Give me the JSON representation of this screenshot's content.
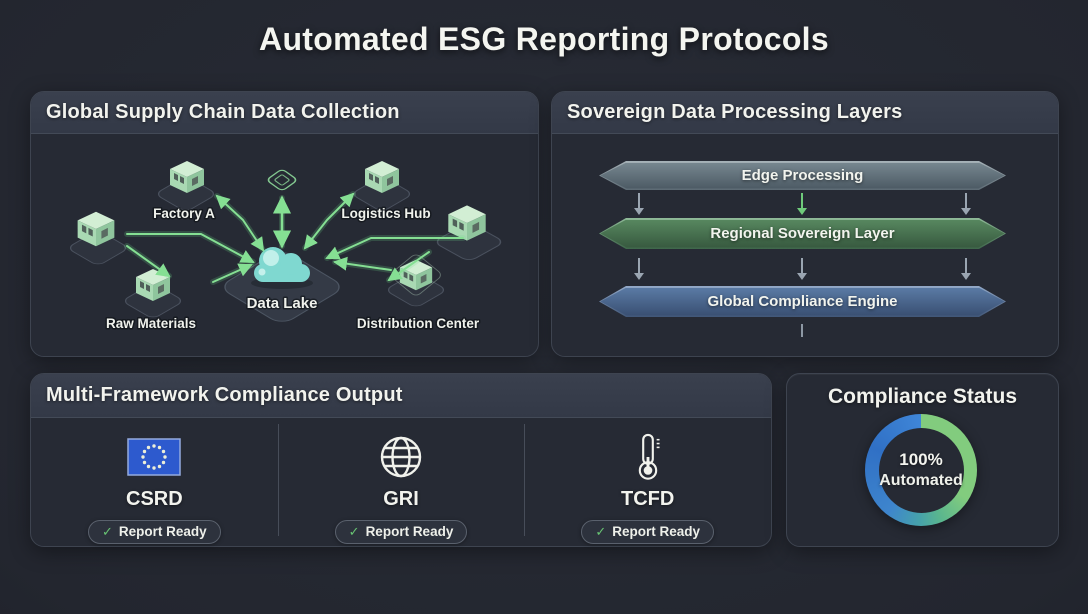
{
  "title": "Automated ESG Reporting Protocols",
  "supply_chain": {
    "title": "Global Supply Chain Data Collection",
    "nodes": {
      "factory": "Factory A",
      "logistics": "Logistics Hub",
      "raw_materials": "Raw Materials",
      "data_lake": "Data Lake",
      "distribution": "Distribution Center"
    }
  },
  "processing": {
    "title": "Sovereign Data Processing Layers",
    "layers": [
      {
        "label": "Edge Processing",
        "color": "#5d6d77"
      },
      {
        "label": "Regional Sovereign Layer",
        "color": "#47704f"
      },
      {
        "label": "Global Compliance Engine",
        "color": "#49648b"
      }
    ]
  },
  "frameworks": {
    "title": "Multi-Framework Compliance Output",
    "check_glyph": "✓",
    "items": [
      {
        "name": "CSRD",
        "status": "Report Ready",
        "icon": "eu-flag-icon"
      },
      {
        "name": "GRI",
        "status": "Report Ready",
        "icon": "globe-icon"
      },
      {
        "name": "TCFD",
        "status": "Report Ready",
        "icon": "thermometer-icon"
      }
    ]
  },
  "compliance_status": {
    "title": "Compliance Status",
    "value": "100%",
    "label": "Automated",
    "ring_colors": {
      "green": "#82cc7e",
      "teal": "#46a2ab",
      "blue": "#3a7ccd"
    }
  },
  "accent": {
    "flow_green": "#85df93"
  }
}
